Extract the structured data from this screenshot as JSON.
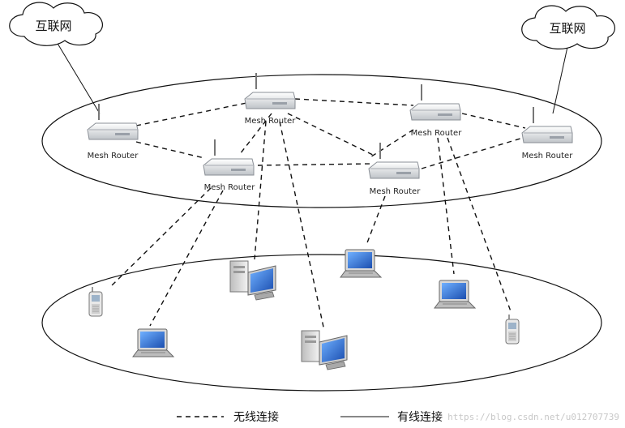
{
  "clouds": [
    {
      "id": "cloud-left",
      "label": "互联网"
    },
    {
      "id": "cloud-right",
      "label": "互联网"
    }
  ],
  "routers": [
    {
      "id": "r1",
      "label": "Mesh Router"
    },
    {
      "id": "r2",
      "label": "Mesh Router"
    },
    {
      "id": "r3",
      "label": "Mesh Router"
    },
    {
      "id": "r4",
      "label": "Mesh Router"
    },
    {
      "id": "r5",
      "label": "Mesh Router"
    },
    {
      "id": "r6",
      "label": "Mesh Router"
    }
  ],
  "legend": {
    "wireless_label": "无线连接",
    "wired_label": "有线连接"
  },
  "watermark": "https://blog.csdn.net/u012707739",
  "colors": {
    "screen_blue": "#2f6fd6",
    "router_body": "#e6e6e6",
    "stroke": "#111111"
  }
}
